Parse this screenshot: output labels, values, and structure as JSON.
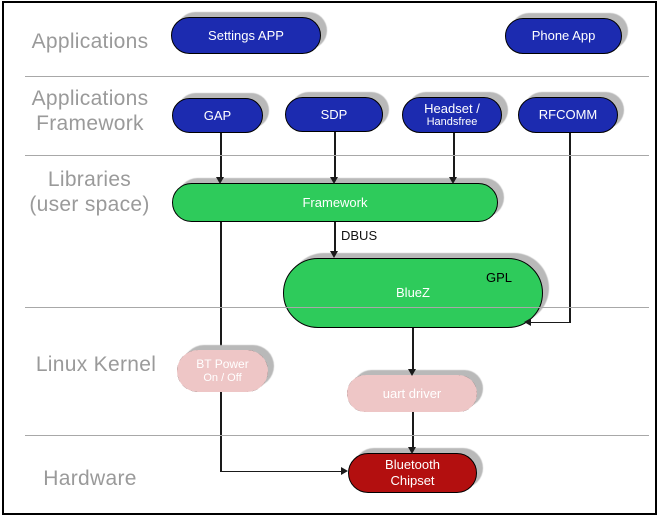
{
  "layers": [
    {
      "lines": [
        "Applications"
      ]
    },
    {
      "lines": [
        "Applications",
        "Framework"
      ]
    },
    {
      "lines": [
        "Libraries",
        "(user space)"
      ]
    },
    {
      "lines": [
        "Linux Kernel"
      ]
    },
    {
      "lines": [
        "Hardware"
      ]
    }
  ],
  "nodes": {
    "settings_app": {
      "lines": [
        "Settings APP"
      ]
    },
    "phone_app": {
      "lines": [
        "Phone App"
      ]
    },
    "gap": {
      "lines": [
        "GAP"
      ]
    },
    "sdp": {
      "lines": [
        "SDP"
      ]
    },
    "headset": {
      "lines": [
        "Headset /",
        "Handsfree"
      ]
    },
    "rfcomm": {
      "lines": [
        "RFCOMM"
      ]
    },
    "framework": {
      "lines": [
        "Framework"
      ]
    },
    "bluez": {
      "lines": [
        "BlueZ"
      ],
      "badge": "GPL"
    },
    "bt_power": {
      "lines": [
        "BT Power",
        "On / Off"
      ]
    },
    "uart_driver": {
      "lines": [
        "uart driver"
      ]
    },
    "bluetooth_chipset": {
      "lines": [
        "Bluetooth",
        "Chipset"
      ]
    }
  },
  "edge_labels": {
    "dbus": "DBUS"
  },
  "colors": {
    "application_blue": "#1c2bb0",
    "library_green": "#2ecb5b",
    "kernel_red": "#b30f0f",
    "layer_label_gray": "#9a9a9a",
    "shadow_gray": "#b9b9b9",
    "divider_gray": "#a8a8a8",
    "edge_black": "#1a1a1a"
  }
}
